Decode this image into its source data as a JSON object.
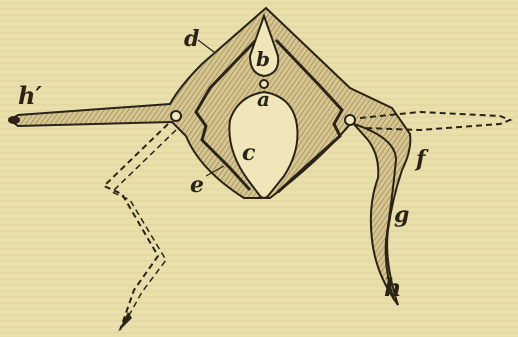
{
  "figure": {
    "labels": {
      "a": "a",
      "b": "b",
      "c": "c",
      "d": "d",
      "e": "e",
      "f": "f",
      "g": "g",
      "h": "h",
      "h_prime": "h′"
    },
    "colors": {
      "paper": "#e9dfab",
      "ink": "#2a2418",
      "shell_fill": "#cdbd85"
    }
  }
}
